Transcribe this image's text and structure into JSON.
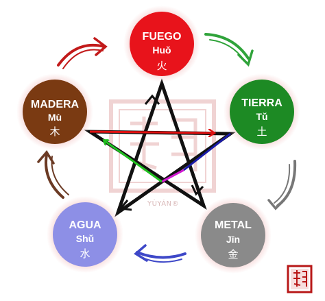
{
  "elements": [
    {
      "key": "fuego",
      "name": "FUEGO",
      "pinyin": "Huǒ",
      "hanzi": "火",
      "color": "#e8131b"
    },
    {
      "key": "tierra",
      "name": "TIERRA",
      "pinyin": "Tǔ",
      "hanzi": "土",
      "color": "#1d8a24"
    },
    {
      "key": "metal",
      "name": "METAL",
      "pinyin": "Jīn",
      "hanzi": "金",
      "color": "#8a8a8a"
    },
    {
      "key": "agua",
      "name": "AGUA",
      "pinyin": "Shǔ",
      "hanzi": "水",
      "color": "#8d8fe6"
    },
    {
      "key": "madera",
      "name": "MADERA",
      "pinyin": "Mù",
      "hanzi": "木",
      "color": "#7a3a12"
    }
  ],
  "brand": "YÙYÁN®",
  "seal_text": "寓言",
  "colors": {
    "halo": "#f4c9c9",
    "star": "#111111",
    "cycle_arrows": [
      "#2fa33a",
      "#777777",
      "#3e48c8",
      "#6b3a24",
      "#c21a1a"
    ],
    "control_lines": [
      "#e01010",
      "#1a1aa8",
      "#d018d0",
      "#20c020"
    ]
  }
}
